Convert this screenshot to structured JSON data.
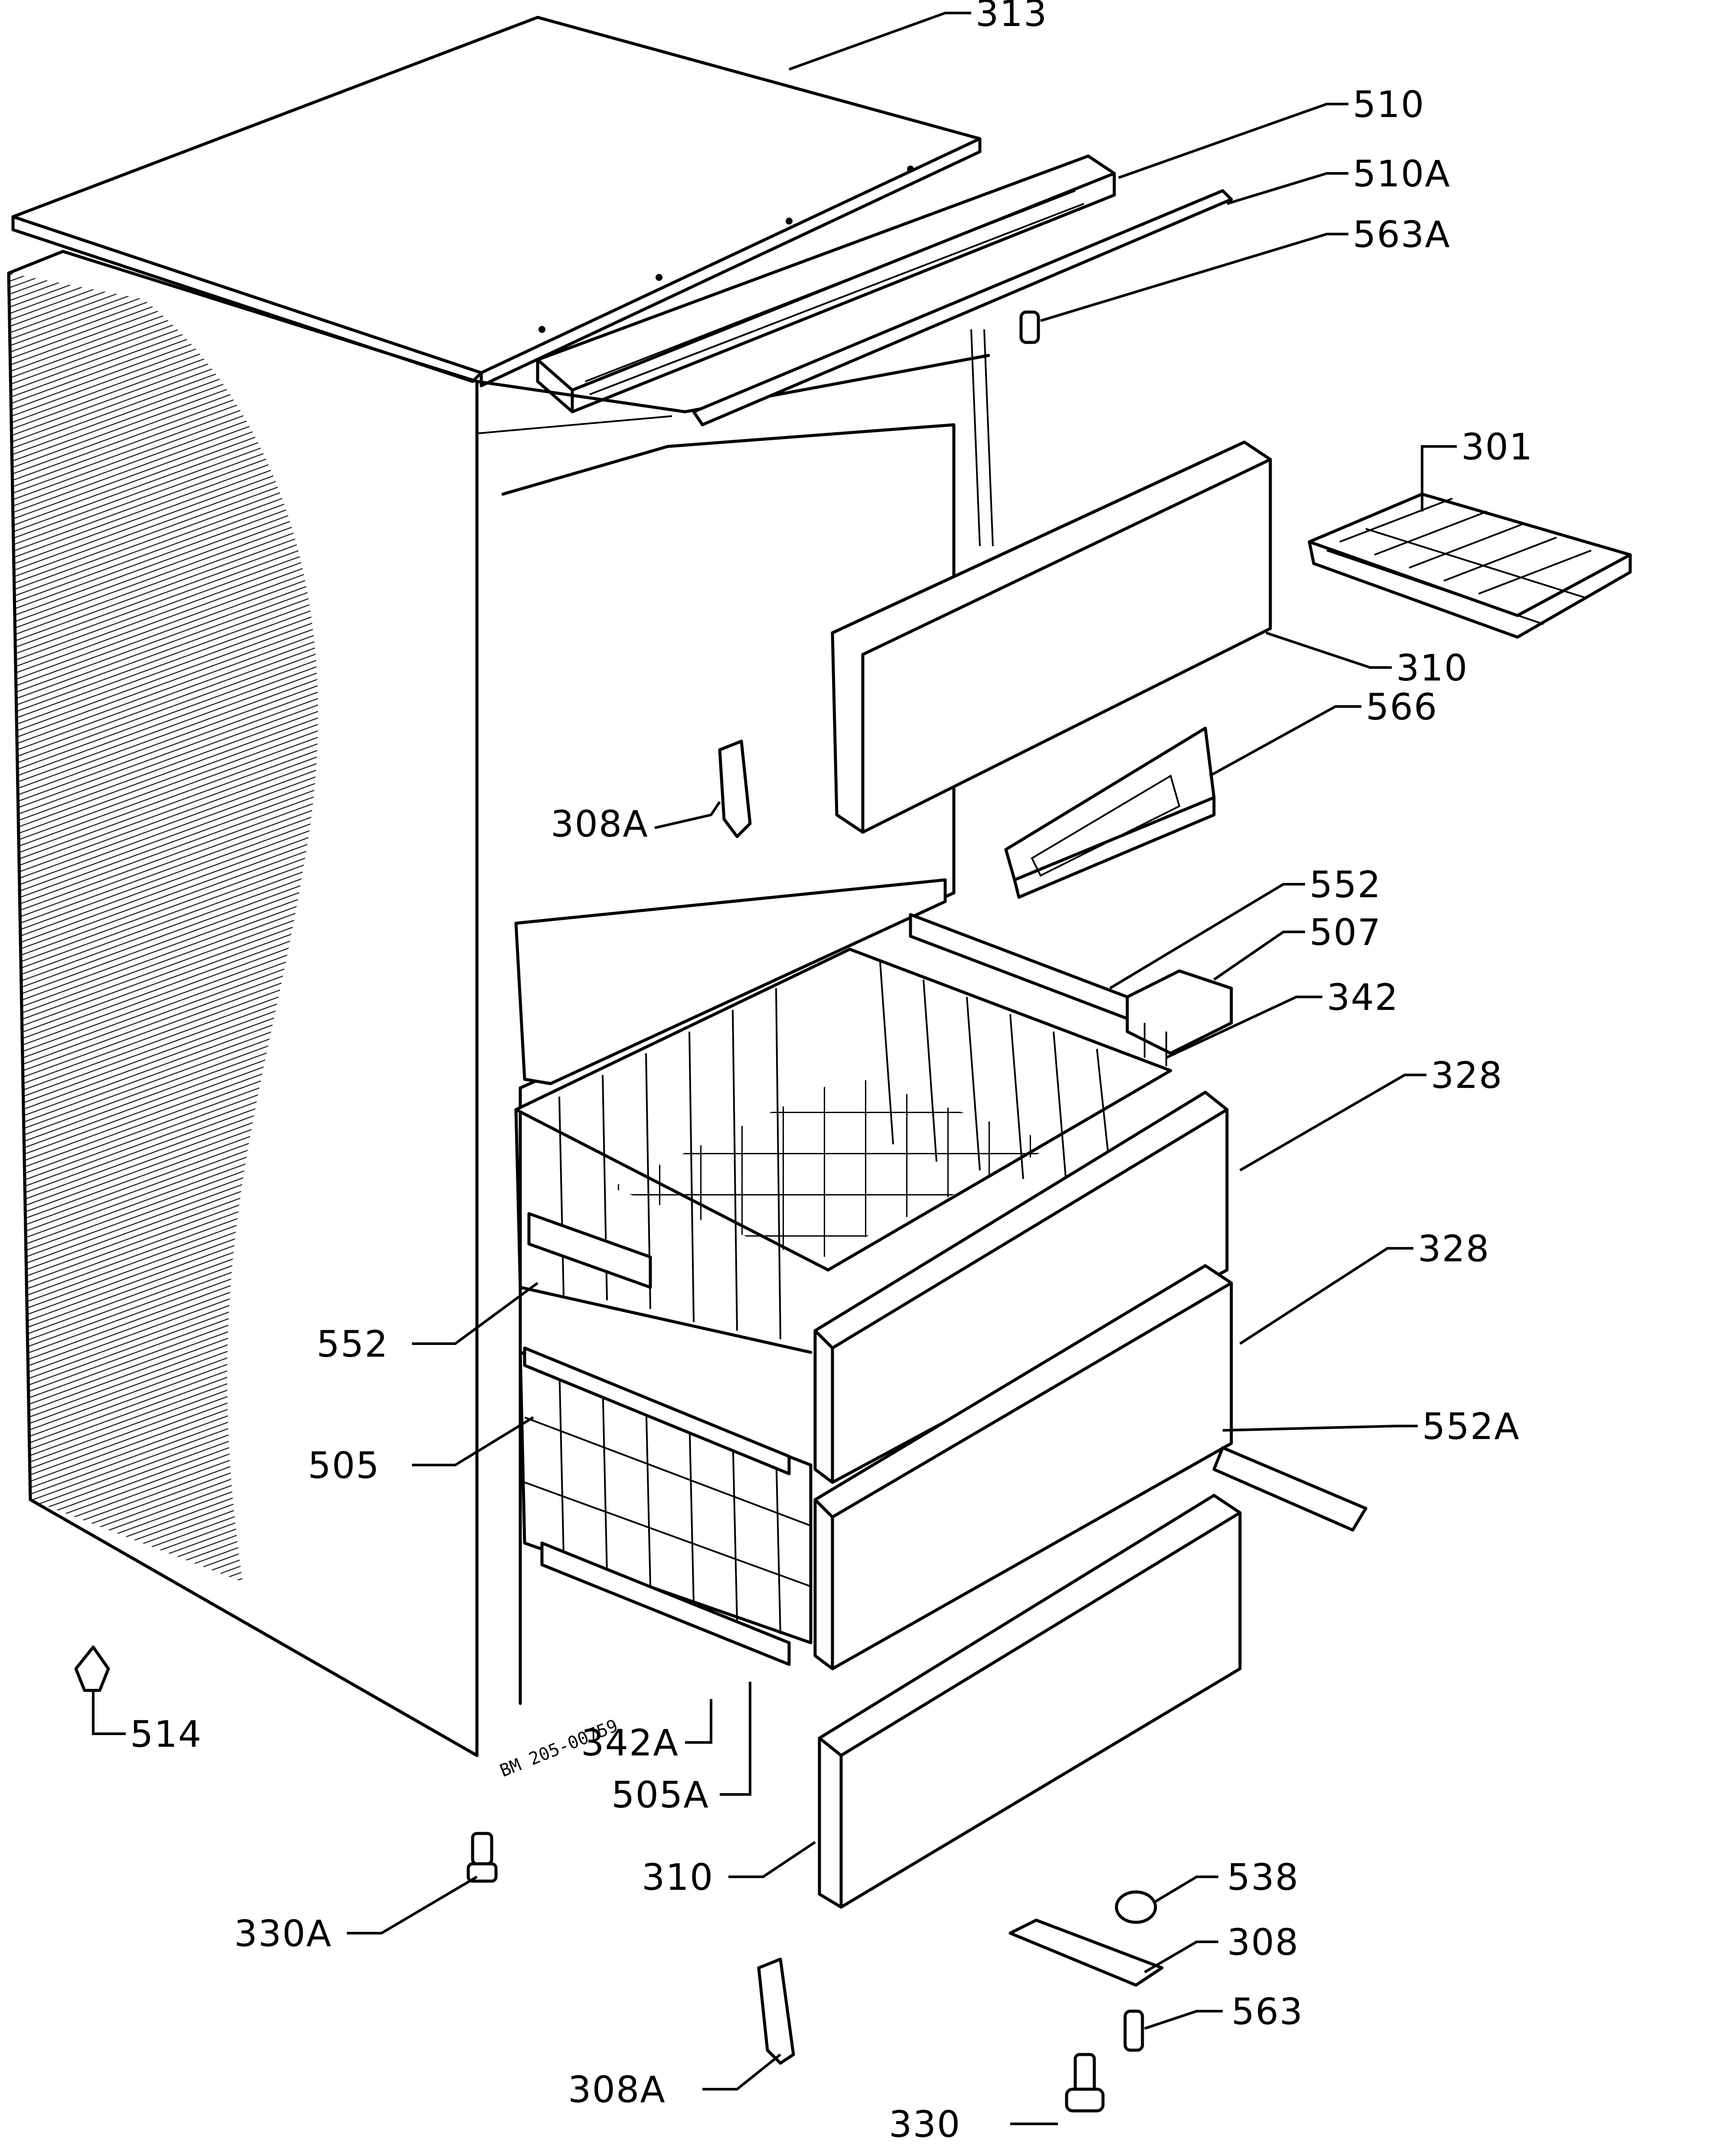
{
  "diagram": {
    "drawing_code": "BM 205-00759",
    "labels": [
      {
        "id": "313",
        "text": "313"
      },
      {
        "id": "510",
        "text": "510"
      },
      {
        "id": "510a",
        "text": "510A"
      },
      {
        "id": "563a",
        "text": "563A"
      },
      {
        "id": "301",
        "text": "301"
      },
      {
        "id": "310-upper",
        "text": "310"
      },
      {
        "id": "566",
        "text": "566"
      },
      {
        "id": "308a-upper",
        "text": "308A"
      },
      {
        "id": "552-upper",
        "text": "552"
      },
      {
        "id": "507",
        "text": "507"
      },
      {
        "id": "342",
        "text": "342"
      },
      {
        "id": "328-upper",
        "text": "328"
      },
      {
        "id": "328-lower",
        "text": "328"
      },
      {
        "id": "552-left",
        "text": "552"
      },
      {
        "id": "552a",
        "text": "552A"
      },
      {
        "id": "505",
        "text": "505"
      },
      {
        "id": "514",
        "text": "514"
      },
      {
        "id": "342a",
        "text": "342A"
      },
      {
        "id": "505a",
        "text": "505A"
      },
      {
        "id": "310-lower",
        "text": "310"
      },
      {
        "id": "330a",
        "text": "330A"
      },
      {
        "id": "538",
        "text": "538"
      },
      {
        "id": "308",
        "text": "308"
      },
      {
        "id": "563",
        "text": "563"
      },
      {
        "id": "308a-lower",
        "text": "308A"
      },
      {
        "id": "330",
        "text": "330"
      }
    ]
  }
}
